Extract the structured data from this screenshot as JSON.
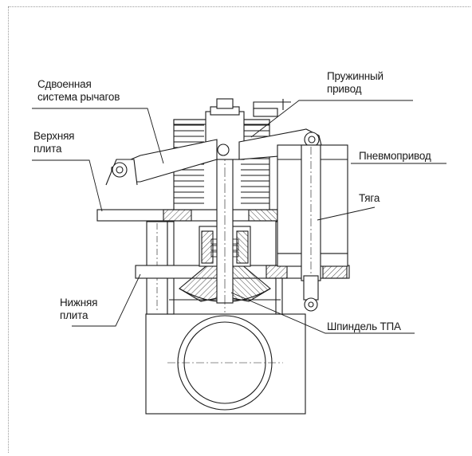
{
  "labels": {
    "dual_lever": [
      "Сдвоенная",
      "система рычагов"
    ],
    "upper_plate": [
      "Верхняя",
      "плита"
    ],
    "spring_drive": [
      "Пружинный",
      "привод"
    ],
    "pneumatic_drive": [
      "Пневмопривод"
    ],
    "rod": [
      "Тяга"
    ],
    "lower_plate": [
      "Нижняя",
      "плита"
    ],
    "spindle": [
      "Шпиндель ТПА"
    ]
  },
  "colors": {
    "line": "#1a1a1a",
    "hatch": "#4a4a4a",
    "frame": "#9a9a9a"
  }
}
